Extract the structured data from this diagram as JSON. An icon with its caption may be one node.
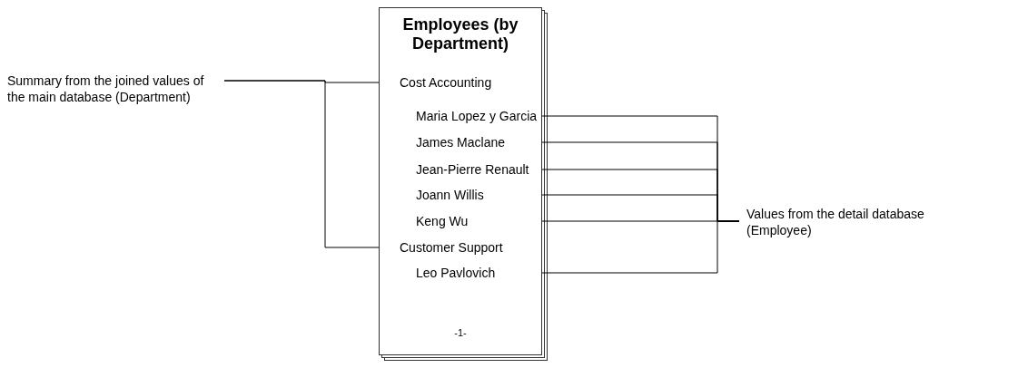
{
  "diagram": {
    "nodes": [
      {
        "text": [
          "Employees (by Department)",
          "-1-"
        ]
      },
      {
        "text": [
          "Cost Accounting"
        ],
        "in": 0
      },
      {
        "text": [
          "Maria Lopez y Garcia"
        ],
        "in": 0
      },
      {
        "text": [
          "James Maclane"
        ],
        "in": 0
      },
      {
        "text": [
          "Jean-Pierre Renault"
        ],
        "in": 0
      },
      {
        "text": [
          "Joann Willis"
        ],
        "in": 0
      },
      {
        "text": [
          "Keng Wu"
        ],
        "in": 0
      },
      {
        "text": [
          "Customer Support"
        ],
        "in": 0
      },
      {
        "text": [
          "Leo Pavlovich"
        ],
        "in": 0
      },
      {
        "text": [
          "Summary from the joined values of the main database (Department)"
        ]
      },
      {
        "text": [
          "Values from the detail database (Employee)"
        ]
      }
    ],
    "edges": [
      {
        "from": 9,
        "to": 1,
        "arrow": "none"
      },
      {
        "from": 9,
        "to": 7,
        "arrow": "none"
      },
      {
        "from": 10,
        "to": 2,
        "arrow": "none"
      },
      {
        "from": 10,
        "to": 3,
        "arrow": "none"
      },
      {
        "from": 10,
        "to": 4,
        "arrow": "none"
      },
      {
        "from": 10,
        "to": 5,
        "arrow": "none"
      },
      {
        "from": 10,
        "to": 6,
        "arrow": "none"
      },
      {
        "from": 10,
        "to": 8,
        "arrow": "none"
      }
    ]
  }
}
